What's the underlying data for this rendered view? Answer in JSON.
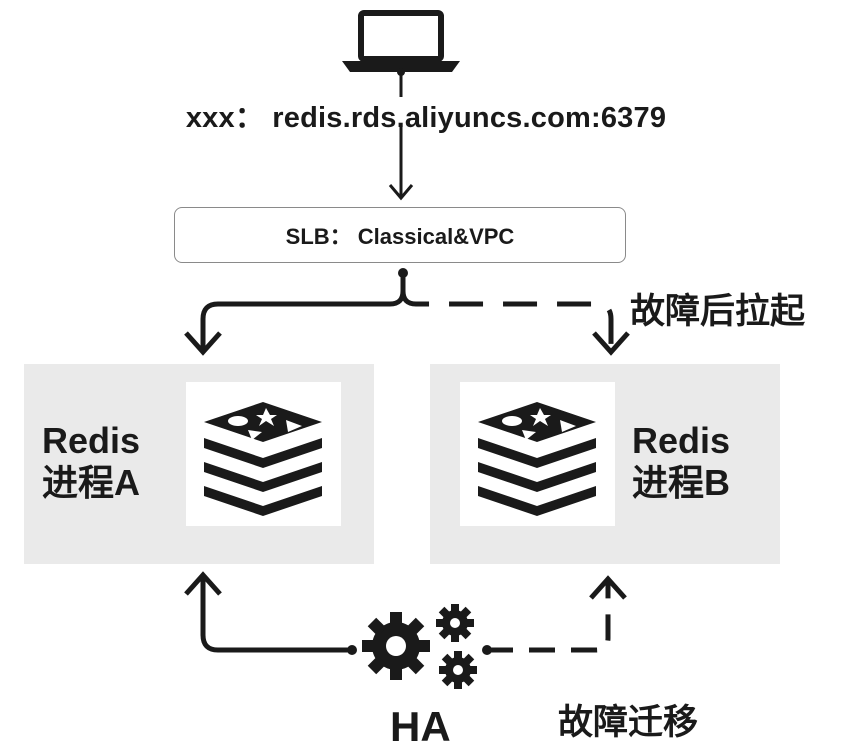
{
  "endpoint": {
    "text": "xxx： redis.rds.aliyuncs.com:6379"
  },
  "slb": {
    "label": "SLB： Classical&VPC"
  },
  "nodes": [
    {
      "line1": "Redis",
      "line2": "进程A"
    },
    {
      "line1": "Redis",
      "line2": "进程B"
    }
  ],
  "notes": {
    "restart": "故障后拉起",
    "failover": "故障迁移"
  },
  "ha": {
    "label": "HA"
  },
  "colors": {
    "stroke": "#1a1a1a",
    "node_bg": "#eaeaea",
    "slb_border": "#8a8a8a"
  },
  "icons": [
    "laptop-icon",
    "redis-logo-icon",
    "gears-icon"
  ]
}
